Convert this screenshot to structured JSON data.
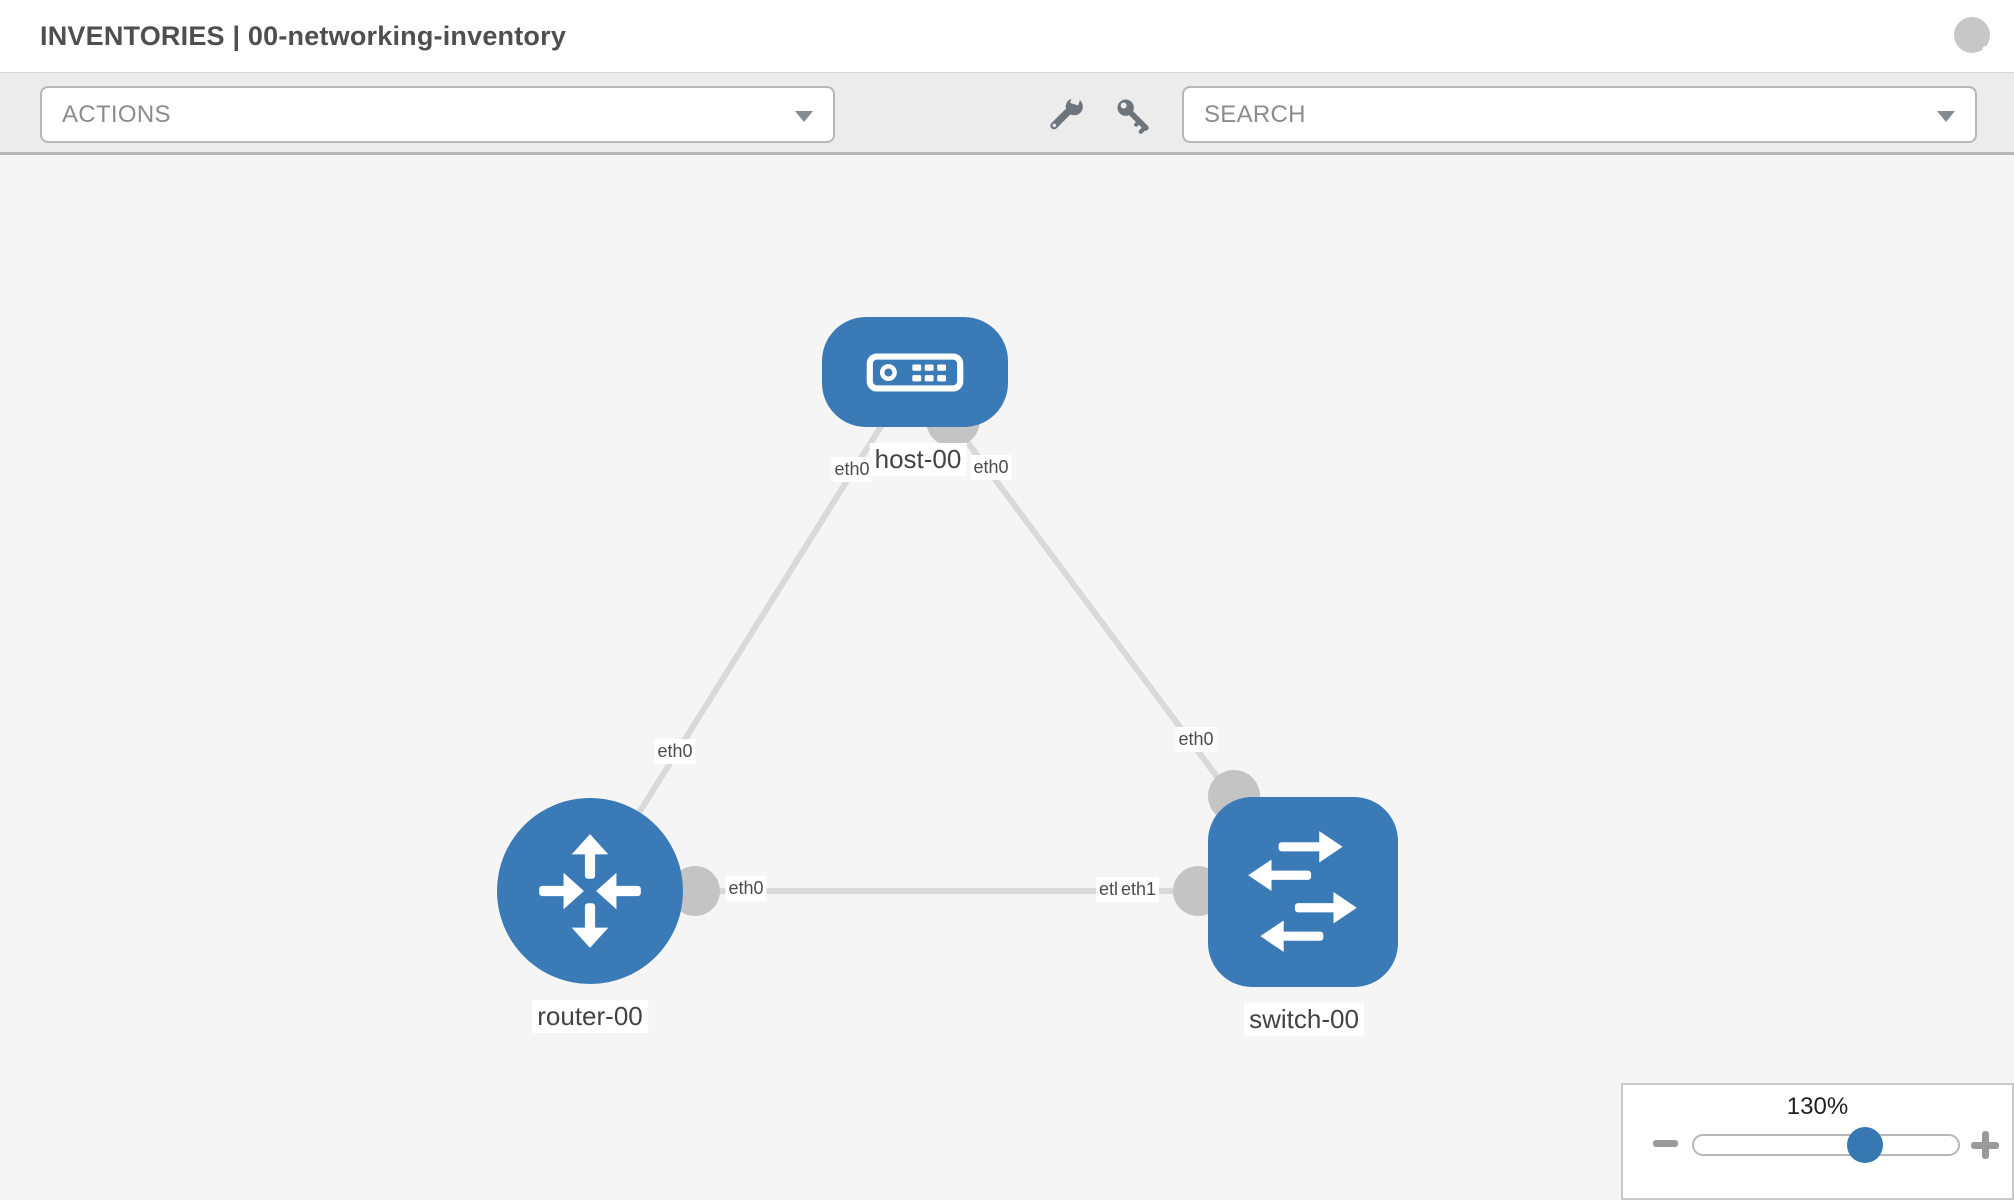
{
  "header": {
    "title": "INVENTORIES | 00-networking-inventory",
    "close_icon": "circle-x-icon"
  },
  "toolbar": {
    "actions_label": "ACTIONS",
    "search_label": "SEARCH",
    "tool_icons": [
      "wrench-icon",
      "key-icon"
    ],
    "dropdown_caret_icon": "chevron-down-icon"
  },
  "topology": {
    "nodes": [
      {
        "id": "host-00",
        "label": "host-00",
        "type": "host",
        "icon": "server-icon"
      },
      {
        "id": "router-00",
        "label": "router-00",
        "type": "router",
        "icon": "router-crossed-arrows-icon"
      },
      {
        "id": "switch-00",
        "label": "switch-00",
        "type": "switch",
        "icon": "switch-arrows-icon"
      }
    ],
    "links": [
      {
        "from": "host-00",
        "to": "router-00",
        "labels": {
          "from_end": "eth0",
          "to_end": "eth0"
        }
      },
      {
        "from": "host-00",
        "to": "switch-00",
        "labels": {
          "from_end": "eth0",
          "to_end": "eth0"
        }
      },
      {
        "from": "router-00",
        "to": "switch-00",
        "labels": {
          "from_end": "eth0",
          "to_end": "eth1",
          "to_end_clipped": "etl"
        }
      }
    ]
  },
  "zoom_control": {
    "value": 130,
    "value_label": "130%",
    "minus_icon": "minus-icon",
    "plus_icon": "plus-icon"
  },
  "colors": {
    "node_blue": "#3a7ab6",
    "link_gray": "#d9d9d9",
    "connector_gray": "#c4c4c4",
    "canvas_bg": "#f5f5f5",
    "toolbar_bg": "#ececec",
    "slider_knob_blue": "#3678b2"
  }
}
